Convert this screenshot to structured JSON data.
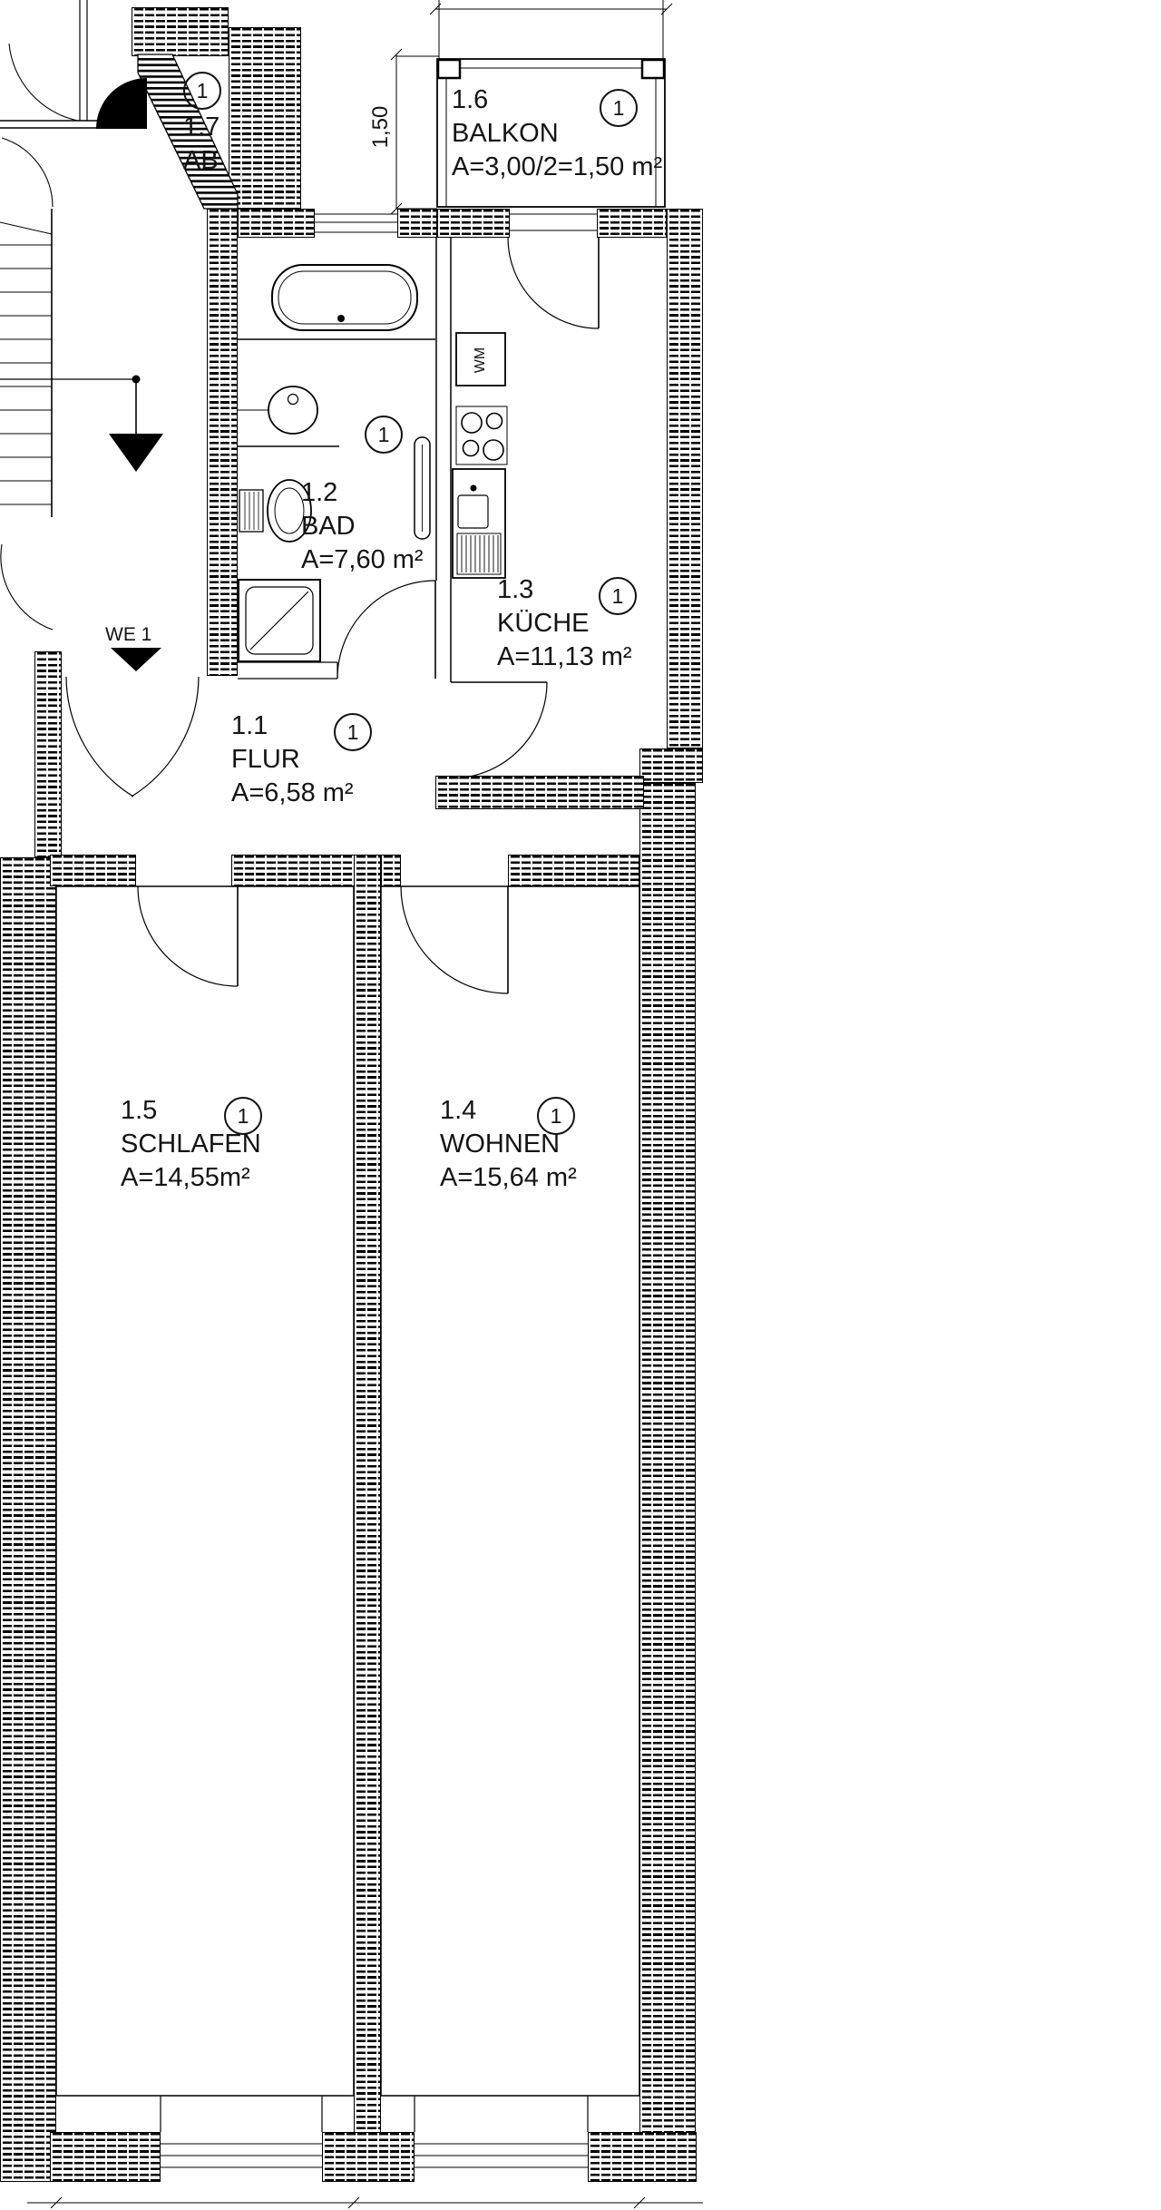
{
  "plan": {
    "unit": {
      "label": "WE 1"
    },
    "dimensions": {
      "balcony_depth": "1,50"
    },
    "appliances": {
      "washing_machine": "WM"
    },
    "marker": "1",
    "rooms": [
      {
        "number": "1.1",
        "name": "FLUR",
        "area": "A=6,58 m²"
      },
      {
        "number": "1.2",
        "name": "BAD",
        "area": "A=7,60 m²"
      },
      {
        "number": "1.3",
        "name": "KÜCHE",
        "area": "A=11,13 m²"
      },
      {
        "number": "1.4",
        "name": "WOHNEN",
        "area": "A=15,64 m²"
      },
      {
        "number": "1.5",
        "name": "SCHLAFEN",
        "area": "A=14,55m²"
      },
      {
        "number": "1.6",
        "name": "BALKON",
        "area": "A=3,00/2=1,50 m²"
      },
      {
        "number": "1.7",
        "name": "AB",
        "area": ""
      }
    ],
    "colors": {
      "line": "#000000",
      "background": "#ffffff"
    }
  }
}
